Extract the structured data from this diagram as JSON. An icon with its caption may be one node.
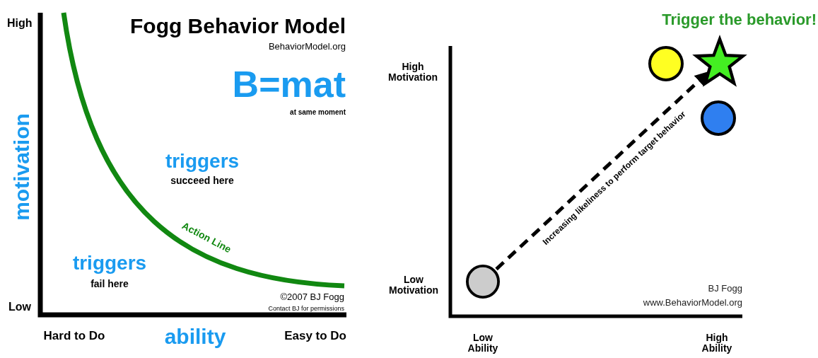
{
  "diagram": {
    "nodes": [
      {
        "text": [],
        "shape": "circle"
      },
      {
        "text": [],
        "shape": "star"
      },
      {
        "text": [],
        "shape": "circle"
      },
      {
        "text": [],
        "shape": "circle"
      }
    ],
    "edges": [
      {
        "from": 3,
        "to": 1,
        "arrow": "to",
        "style": "dashed",
        "label": "Increasing likeliness to perform target behavior"
      }
    ],
    "labels": [
      "High",
      "Fogg Behavior Model",
      "BehaviorModel.org",
      "B=mat",
      "at same moment",
      "motivation",
      "triggers",
      "succeed here",
      "Action Line",
      "triggers",
      "fail here",
      "©2007 BJ Fogg",
      "Contact BJ for permissions",
      "Low",
      "Hard to Do",
      "ability",
      "Easy to Do",
      "Trigger the behavior!",
      "High Motivation",
      "Low Motivation",
      "BJ Fogg",
      "www.BehaviorModel.org",
      "Low Ability",
      "High Ability"
    ]
  }
}
